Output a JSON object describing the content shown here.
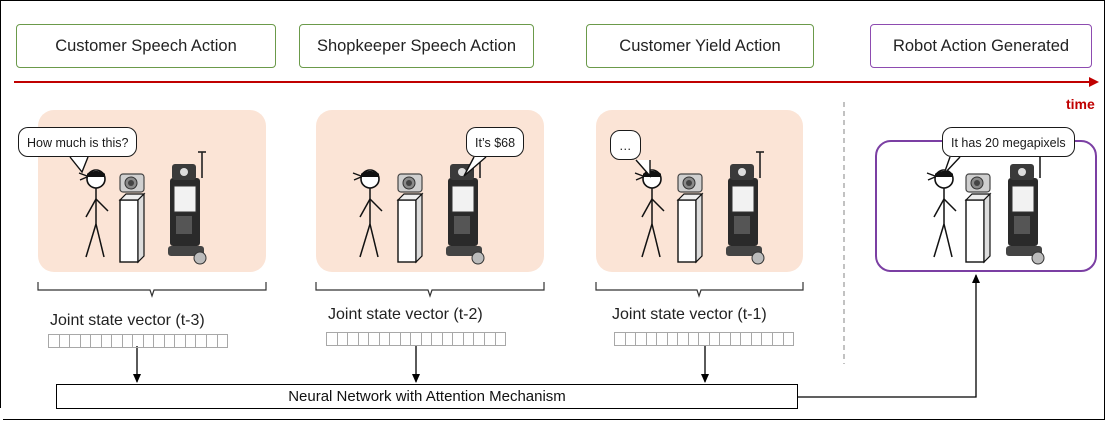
{
  "actions": [
    {
      "label": "Customer Speech Action",
      "color": "#6b9a4a"
    },
    {
      "label": "Shopkeeper Speech Action",
      "color": "#6b9a4a"
    },
    {
      "label": "Customer Yield Action",
      "color": "#6b9a4a"
    },
    {
      "label": "Robot Action Generated",
      "color": "#8d4bb0"
    }
  ],
  "timeline": {
    "label": "time",
    "color": "#c00000"
  },
  "scenes": [
    {
      "bubble": "How much is this?",
      "vector_label": "Joint state vector (t-3)"
    },
    {
      "bubble": "It’s $68",
      "vector_label": "Joint state vector (t-2)"
    },
    {
      "bubble": "…",
      "vector_label": "Joint state vector (t-1)"
    },
    {
      "bubble": "It has 20 megapixels"
    }
  ],
  "network": {
    "label": "Neural Network with Attention Mechanism"
  },
  "colors": {
    "scene_fill": "#fbe4d6",
    "robot_border": "#7b3fa3"
  }
}
